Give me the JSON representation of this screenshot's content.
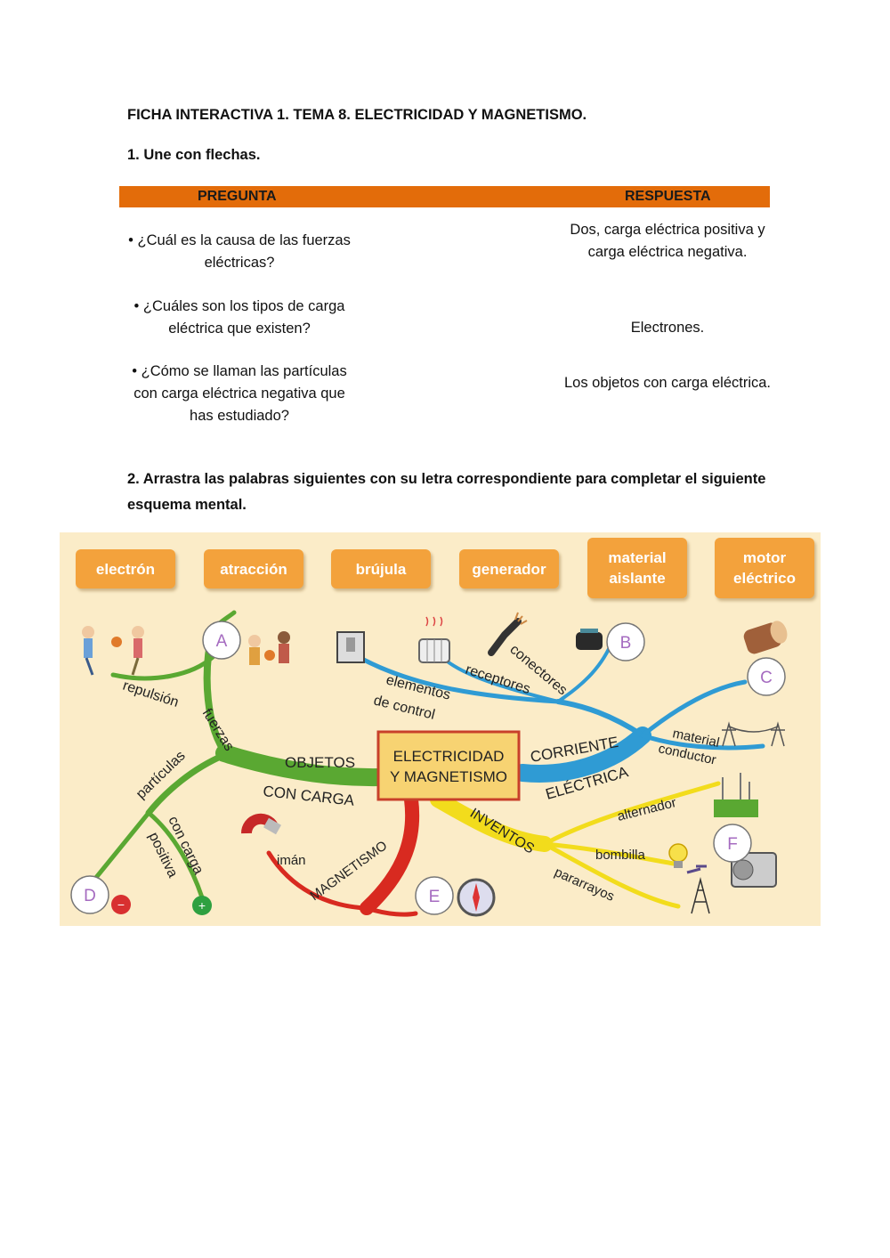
{
  "header": {
    "title": "FICHA INTERACTIVA 1. TEMA 8. ELECTRICIDAD Y MAGNETISMO.",
    "q1_instruction": "1. Une con flechas.",
    "q2_instruction": "2. Arrastra las palabras siguientes con su letra correspondiente para completar el siguiente esquema mental."
  },
  "table": {
    "col_question": "PREGUNTA",
    "col_answer": "RESPUESTA",
    "questions": [
      "• ¿Cuál es la causa de las fuerzas eléctricas?",
      "• ¿Cuáles son los tipos de carga eléctrica que existen?",
      "• ¿Cómo se llaman las partículas con carga eléctrica negativa que has estudiado?"
    ],
    "answers": [
      "Dos, carga eléctrica positiva y carga eléctrica negativa.",
      "Electrones.",
      "Los objetos con carga eléctrica."
    ]
  },
  "word_bank": [
    "electrón",
    "atracción",
    "brújula",
    "generador",
    "material aislante",
    "motor eléctrico"
  ],
  "mindmap": {
    "center_line1": "ELECTRICIDAD",
    "center_line2": "Y MAGNETISMO",
    "branch_objetos": "OBJETOS",
    "branch_con_carga": "CON CARGA",
    "branch_corriente": "CORRIENTE",
    "branch_electrica": "ELÉCTRICA",
    "branch_inventos": "INVENTOS",
    "branch_magnetismo": "MAGNETISMO",
    "w_repulsion": "repulsión",
    "w_fuerzas": "fuerzas",
    "w_particulas": "partículas",
    "w_con_carga": "con carga",
    "w_positiva": "positiva",
    "w_elementos": "elementos",
    "w_de_control": "de control",
    "w_receptores": "receptores",
    "w_conectores": "conectores",
    "w_material": "material",
    "w_conductor": "conductor",
    "w_alternador": "alternador",
    "w_bombilla": "bombilla",
    "w_pararrayos": "pararrayos",
    "w_iman": "imán",
    "plus_sign": "+",
    "minus_sign": "−",
    "slots": [
      "A",
      "B",
      "C",
      "D",
      "E",
      "F"
    ]
  },
  "colors": {
    "table_header": "#e36c0a",
    "chip": "#f3a23c",
    "map_bg": "#fbecc8",
    "green_branch": "#5aa832",
    "blue_branch": "#2f9bd4",
    "yellow_branch": "#f2dc1c",
    "red_branch": "#d82a20",
    "letter": "#a56bc0"
  }
}
